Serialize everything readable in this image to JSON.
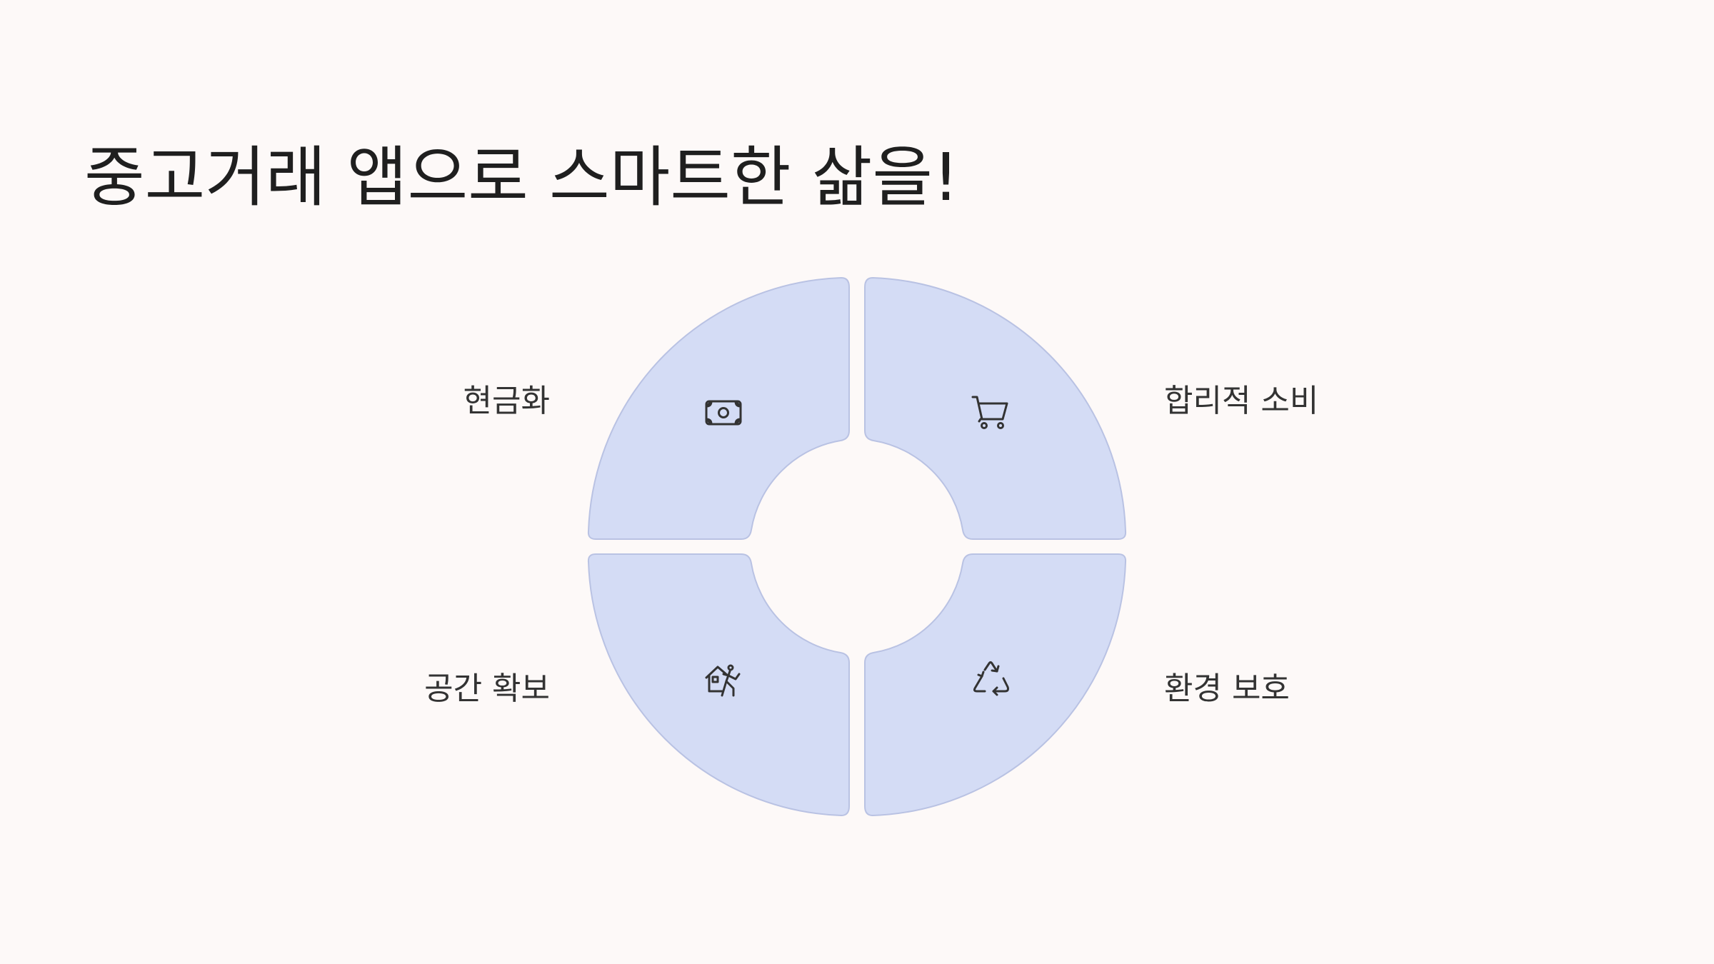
{
  "title": "중고거래 앱으로 스마트한 삶을!",
  "segments": [
    {
      "id": "top-left",
      "label": "현금화",
      "icon": "money-icon"
    },
    {
      "id": "top-right",
      "label": "합리적 소비",
      "icon": "shopping-cart-icon"
    },
    {
      "id": "bottom-left",
      "label": "공간 확보",
      "icon": "house-moving-icon"
    },
    {
      "id": "bottom-right",
      "label": "환경 보호",
      "icon": "recycle-icon"
    }
  ],
  "colors": {
    "background": "#fdf9f8",
    "segment_fill": "#d4dcf5",
    "segment_stroke": "#b9c2e3",
    "text": "#333333",
    "title": "#1f1f1f"
  }
}
